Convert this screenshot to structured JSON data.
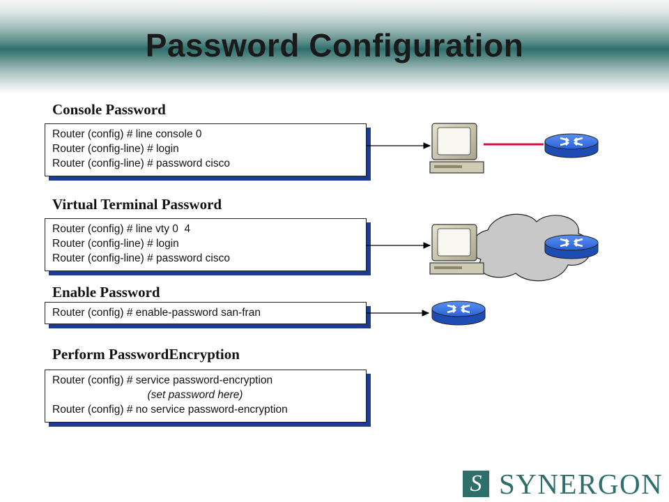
{
  "title": "Password Configuration",
  "sections": [
    {
      "heading": "Console Password",
      "lines": [
        "Router (config) # line console 0",
        "Router (config-line) # login",
        "Router (config-line) # password cisco"
      ]
    },
    {
      "heading": "Virtual Terminal Password",
      "lines": [
        "Router (config) # line vty 0  4",
        "Router (config-line) # login",
        "Router (config-line) # password cisco"
      ]
    },
    {
      "heading": "Enable Password",
      "lines": [
        "Router (config) # enable-password san-fran"
      ]
    },
    {
      "heading": "Perform PasswordEncryption",
      "lines": [
        "Router (config) # service password-encryption",
        "(set password here)",
        "Router (config) # no service password-encryption"
      ]
    }
  ],
  "logo": {
    "mark": "S",
    "text": "SYNERGON"
  },
  "colors": {
    "teal": "#2e6f6c",
    "box_shadow": "#1f3a93",
    "router_blue": "#2f6fe0",
    "console_cable": "#d0103a"
  }
}
